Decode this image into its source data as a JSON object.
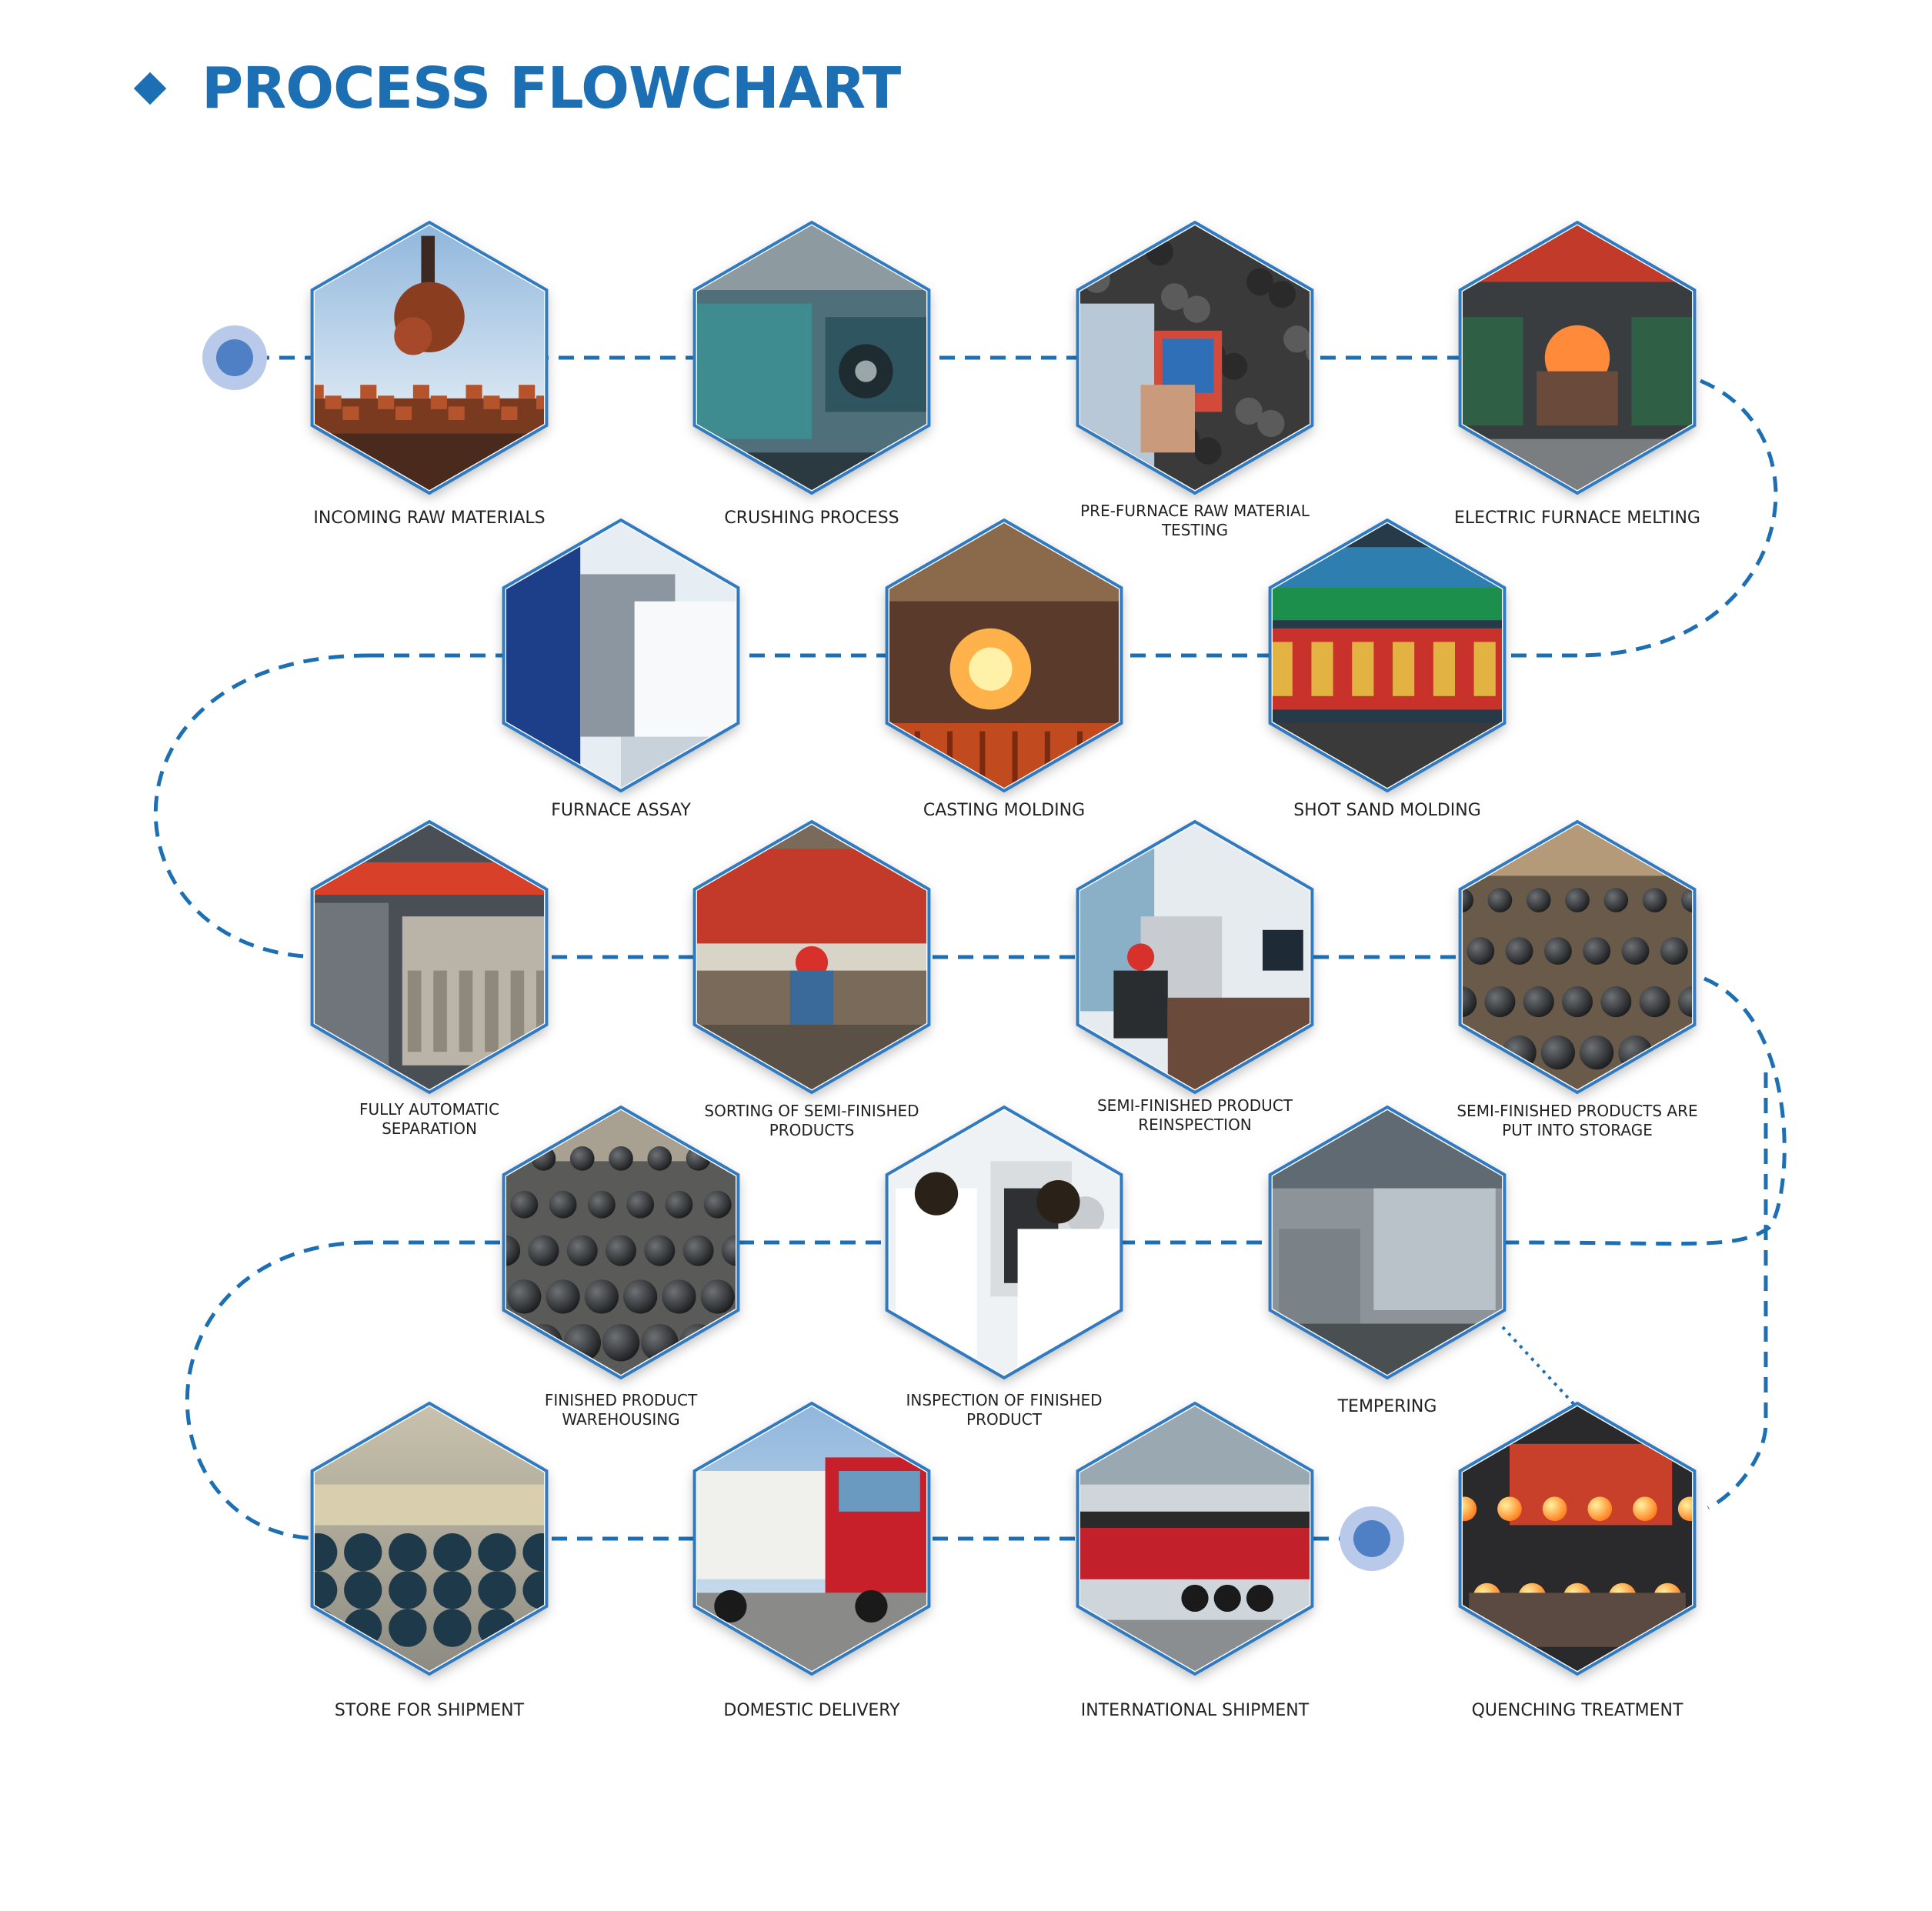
{
  "header": {
    "title": "PROCESS FLOWCHART"
  },
  "colors": {
    "accent": "#1d6fb3",
    "dot_halo": "#b9c9ea",
    "dot_core": "#4f7fc4",
    "hex_border": "#2f7ac0"
  },
  "steps": [
    {
      "id": 1,
      "label": "INCOMING RAW MATERIALS",
      "photo": "scrap-metal-grabber-photo"
    },
    {
      "id": 2,
      "label": "CRUSHING PROCESS",
      "photo": "crusher-machine-photo"
    },
    {
      "id": 3,
      "label": "PRE-FURNACE RAW MATERIAL TESTING",
      "photo": "handheld-analyzer-photo"
    },
    {
      "id": 4,
      "label": "ELECTRIC FURNACE MELTING",
      "photo": "electric-furnace-photo"
    },
    {
      "id": 5,
      "label": "SHOT SAND MOLDING",
      "photo": "sand-molding-machine-photo"
    },
    {
      "id": 6,
      "label": "CASTING MOLDING",
      "photo": "molten-casting-photo"
    },
    {
      "id": 7,
      "label": "FURNACE ASSAY",
      "photo": "lab-assay-photo"
    },
    {
      "id": 8,
      "label": "FULLY AUTOMATIC SEPARATION",
      "photo": "conveyor-separator-photo"
    },
    {
      "id": 9,
      "label": "SORTING OF SEMI-FINISHED PRODUCTS",
      "photo": "workers-sorting-photo"
    },
    {
      "id": 10,
      "label": "SEMI-FINISHED PRODUCT REINSPECTION",
      "photo": "control-room-photo"
    },
    {
      "id": 11,
      "label": "SEMI-FINISHED PRODUCTS ARE PUT INTO STORAGE",
      "photo": "balls-storage-photo"
    },
    {
      "id": 12,
      "label": "QUENCHING TREATMENT",
      "photo": "quenching-basket-photo"
    },
    {
      "id": 13,
      "label": "TEMPERING",
      "photo": "tempering-furnace-photo"
    },
    {
      "id": 14,
      "label": "INSPECTION OF FINISHED PRODUCT",
      "photo": "hardness-testing-photo"
    },
    {
      "id": 15,
      "label": "FINISHED PRODUCT WAREHOUSING",
      "photo": "finished-balls-photo"
    },
    {
      "id": 16,
      "label": "STORE FOR SHIPMENT",
      "photo": "steel-drums-photo"
    },
    {
      "id": 17,
      "label": "DOMESTIC DELIVERY",
      "photo": "red-truck-photo"
    },
    {
      "id": 18,
      "label": "INTERNATIONAL SHIPMENT",
      "photo": "trailer-loading-photo"
    }
  ]
}
